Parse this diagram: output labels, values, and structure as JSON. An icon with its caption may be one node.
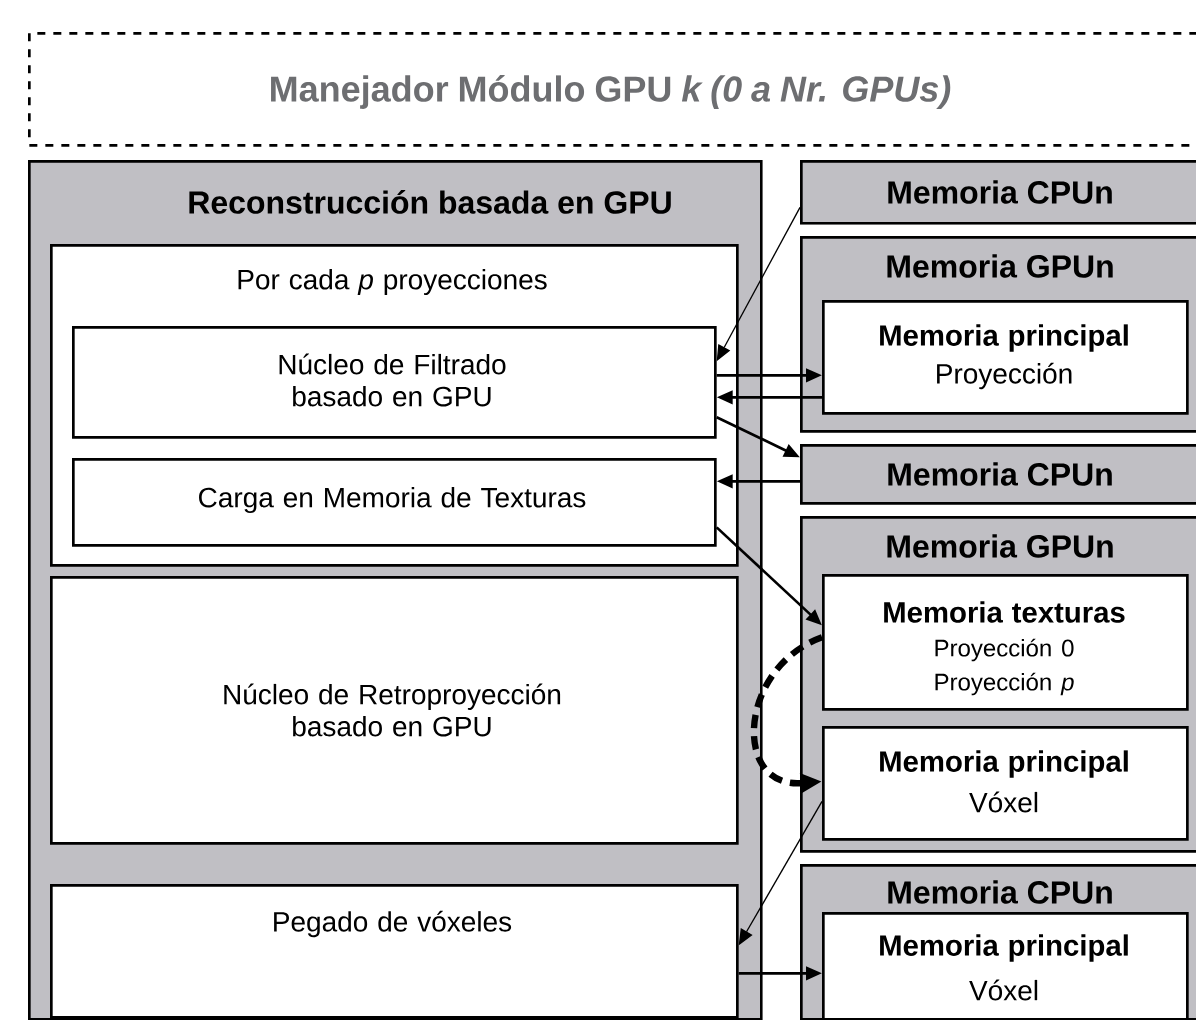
{
  "diagram": {
    "nodes": [
      {
        "text": [
          "Manejador Módulo GPU *k (0 a Nr. GPUs)*"
        ]
      },
      {
        "text": [
          "Reconstrucción basada en GPU"
        ]
      },
      {
        "text": [
          "Por cada *p* proyecciones"
        ],
        "in": 1
      },
      {
        "text": [
          "Núcleo de Filtrado basado en GPU"
        ],
        "in": 2
      },
      {
        "text": [
          "Carga en Memoria de Texturas"
        ],
        "in": 2
      },
      {
        "text": [
          "Núcleo de Retroproyección basado en GPU"
        ],
        "in": 1
      },
      {
        "text": [
          "Pegado de vóxeles"
        ],
        "in": 1
      },
      {
        "text": [
          "Memoria CPUn"
        ]
      },
      {
        "text": [
          "Memoria GPUn"
        ]
      },
      {
        "text": [
          "Memoria principal",
          "Proyección"
        ],
        "in": 8
      },
      {
        "text": [
          "Memoria CPUn"
        ]
      },
      {
        "text": [
          "Memoria GPUn"
        ]
      },
      {
        "text": [
          "Memoria texturas",
          "Proyección 0",
          "Proyección *p*"
        ],
        "in": 11
      },
      {
        "text": [
          "Memoria principal",
          "Vóxel"
        ],
        "in": 11
      },
      {
        "text": [
          "Memoria CPUn"
        ]
      },
      {
        "text": [
          "Memoria principal",
          "Vóxel"
        ],
        "in": 14
      }
    ],
    "edges": [
      {
        "from": 7,
        "to": 3,
        "arrow": "to"
      },
      {
        "from": 3,
        "to": 9,
        "arrow": "to"
      },
      {
        "from": 9,
        "to": 3,
        "arrow": "to"
      },
      {
        "from": 3,
        "to": 10,
        "arrow": "to"
      },
      {
        "from": 10,
        "to": 4,
        "arrow": "to"
      },
      {
        "from": 4,
        "to": 12,
        "arrow": "to"
      },
      {
        "from": 12,
        "to": 13,
        "arrow": "to",
        "style": "dashed"
      },
      {
        "from": 13,
        "to": 6,
        "arrow": "to"
      },
      {
        "from": 6,
        "to": 15,
        "arrow": "to"
      }
    ]
  }
}
